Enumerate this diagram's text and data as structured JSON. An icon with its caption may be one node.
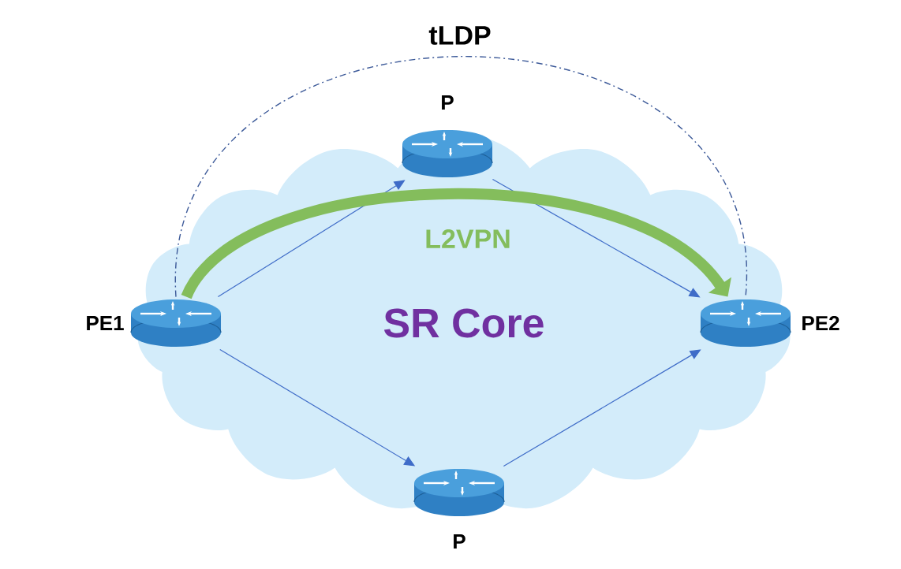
{
  "diagram": {
    "nodes": [
      {
        "text": [
          "SR Core"
        ]
      },
      {
        "text": [
          "PE1"
        ],
        "in": 0
      },
      {
        "text": [
          "P"
        ],
        "in": 0
      },
      {
        "text": [
          "PE2"
        ],
        "in": 0
      },
      {
        "text": [
          "P"
        ],
        "in": 0
      }
    ],
    "edges": [
      {
        "from": 1,
        "to": 2,
        "arrow": "to"
      },
      {
        "from": 2,
        "to": 3,
        "arrow": "to"
      },
      {
        "from": 1,
        "to": 4,
        "arrow": "to"
      },
      {
        "from": 4,
        "to": 3,
        "arrow": "to"
      },
      {
        "from": 1,
        "to": 3,
        "arrow": "none",
        "label": "tLDP",
        "style": "dashed",
        "color": "#3d5a99"
      },
      {
        "from": 1,
        "to": 3,
        "arrow": "to",
        "label": "L2VPN",
        "style": "thick",
        "color": "#84bd5c"
      }
    ]
  }
}
